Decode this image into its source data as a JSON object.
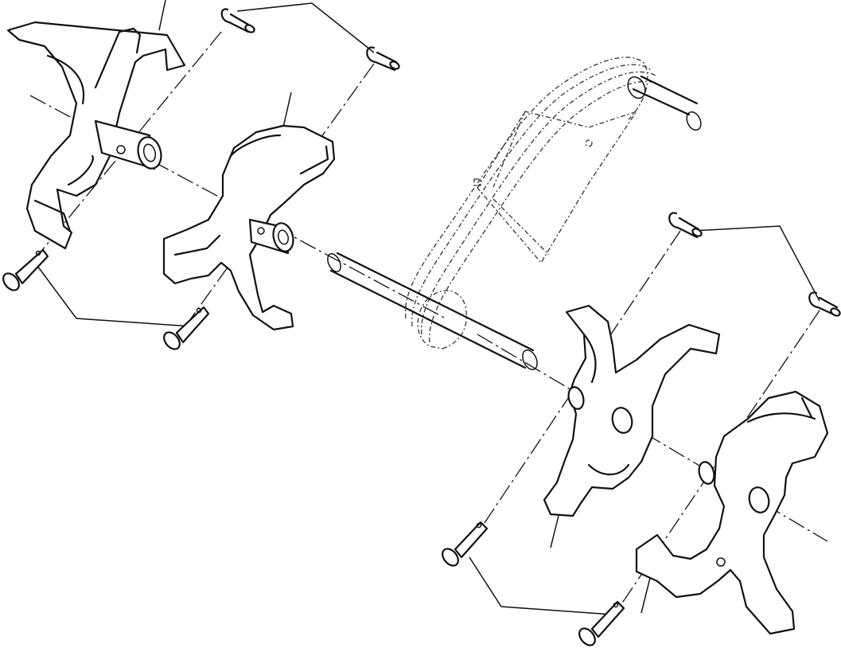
{
  "diagram": {
    "kind": "exploded parts drawing",
    "parts": [
      {
        "id": "outer-left-tine",
        "icon": "tine-icon"
      },
      {
        "id": "inner-left-tine",
        "icon": "tine-icon"
      },
      {
        "id": "inner-right-tine",
        "icon": "tine-icon"
      },
      {
        "id": "outer-right-tine",
        "icon": "tine-icon"
      },
      {
        "id": "tine-shaft-assembly",
        "icon": "shaft-icon"
      },
      {
        "id": "clevis-pins",
        "icon": "clevis-pin-icon",
        "count": 4
      },
      {
        "id": "hairpin-clips",
        "icon": "hairpin-clip-icon",
        "count": 4
      }
    ],
    "callout_labels": []
  }
}
